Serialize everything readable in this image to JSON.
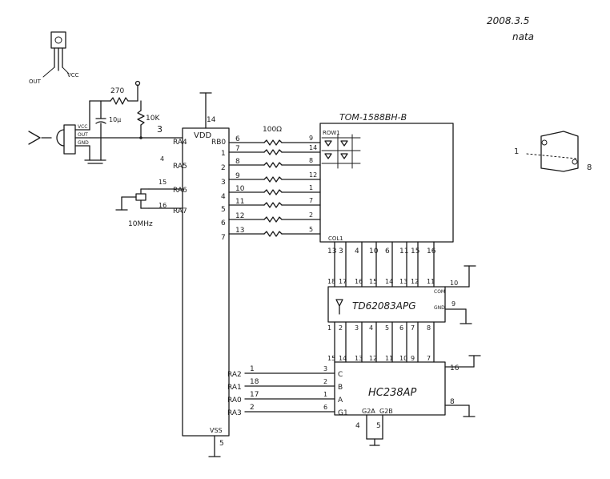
{
  "header": {
    "date": "2008.3.5",
    "author": "nata"
  },
  "sensor": {
    "out_label": "OUT",
    "vcc_label": "VCC",
    "module_pin_labels": [
      "VCC",
      "OUT",
      "GND"
    ],
    "ground_label": "GND",
    "resistor_270": "270",
    "cap_10u": "10μ",
    "resistor_10k": "10K"
  },
  "pic": {
    "vdd": "VDD",
    "vss": "VSS",
    "vdd_pin": "14",
    "vss_pin": "5",
    "left_pins": [
      {
        "num": "3",
        "label": "RA4"
      },
      {
        "num": "4",
        "label": "RA5"
      },
      {
        "num": "15",
        "label": "RA6"
      },
      {
        "num": "16",
        "label": "RA7"
      }
    ],
    "rb_label": "RB0",
    "rb_pins": [
      "6",
      "7",
      "8",
      "9",
      "10",
      "11",
      "12",
      "13"
    ],
    "rb_bits": [
      "1",
      "2",
      "3",
      "4",
      "5",
      "6",
      "7"
    ],
    "ra_pins": [
      {
        "label": "RA2",
        "num": "1"
      },
      {
        "label": "RA1",
        "num": "18"
      },
      {
        "label": "RA0",
        "num": "17"
      },
      {
        "label": "RA3",
        "num": "2"
      }
    ]
  },
  "crystal": {
    "label": "10MHz"
  },
  "matrix": {
    "name": "TOM-1588BH-B",
    "resistor": "100Ω",
    "row_pins": [
      "9",
      "14",
      "8",
      "12",
      "1",
      "7",
      "2",
      "5"
    ],
    "row_label": "ROW1",
    "col_label": "COL1",
    "col_pins": [
      "13",
      "3",
      "4",
      "10",
      "6",
      "11",
      "15",
      "16"
    ]
  },
  "driver": {
    "name": "TD62083APG",
    "out_pins": [
      "18",
      "17",
      "16",
      "15",
      "14",
      "13",
      "12",
      "11"
    ],
    "in_pins": [
      "1",
      "2",
      "3",
      "4",
      "5",
      "6",
      "7",
      "8"
    ],
    "com_label": "COM",
    "com_pin": "10",
    "gnd_label": "GND",
    "gnd_pin": "9"
  },
  "decoder": {
    "name": "HC238AP",
    "out_pins": [
      "15",
      "14",
      "13",
      "12",
      "11",
      "10",
      "9",
      "7"
    ],
    "inputs": [
      {
        "pin": "3",
        "label": "C"
      },
      {
        "pin": "2",
        "label": "B"
      },
      {
        "pin": "1",
        "label": "A"
      },
      {
        "pin": "6",
        "label": "G1"
      }
    ],
    "g2a": "G2A",
    "g2b": "G2B",
    "g2a_pin": "4",
    "g2b_pin": "5",
    "vcc_pin": "16",
    "gnd_pin": "8"
  },
  "pinout": {
    "first": "1",
    "last": "8"
  }
}
